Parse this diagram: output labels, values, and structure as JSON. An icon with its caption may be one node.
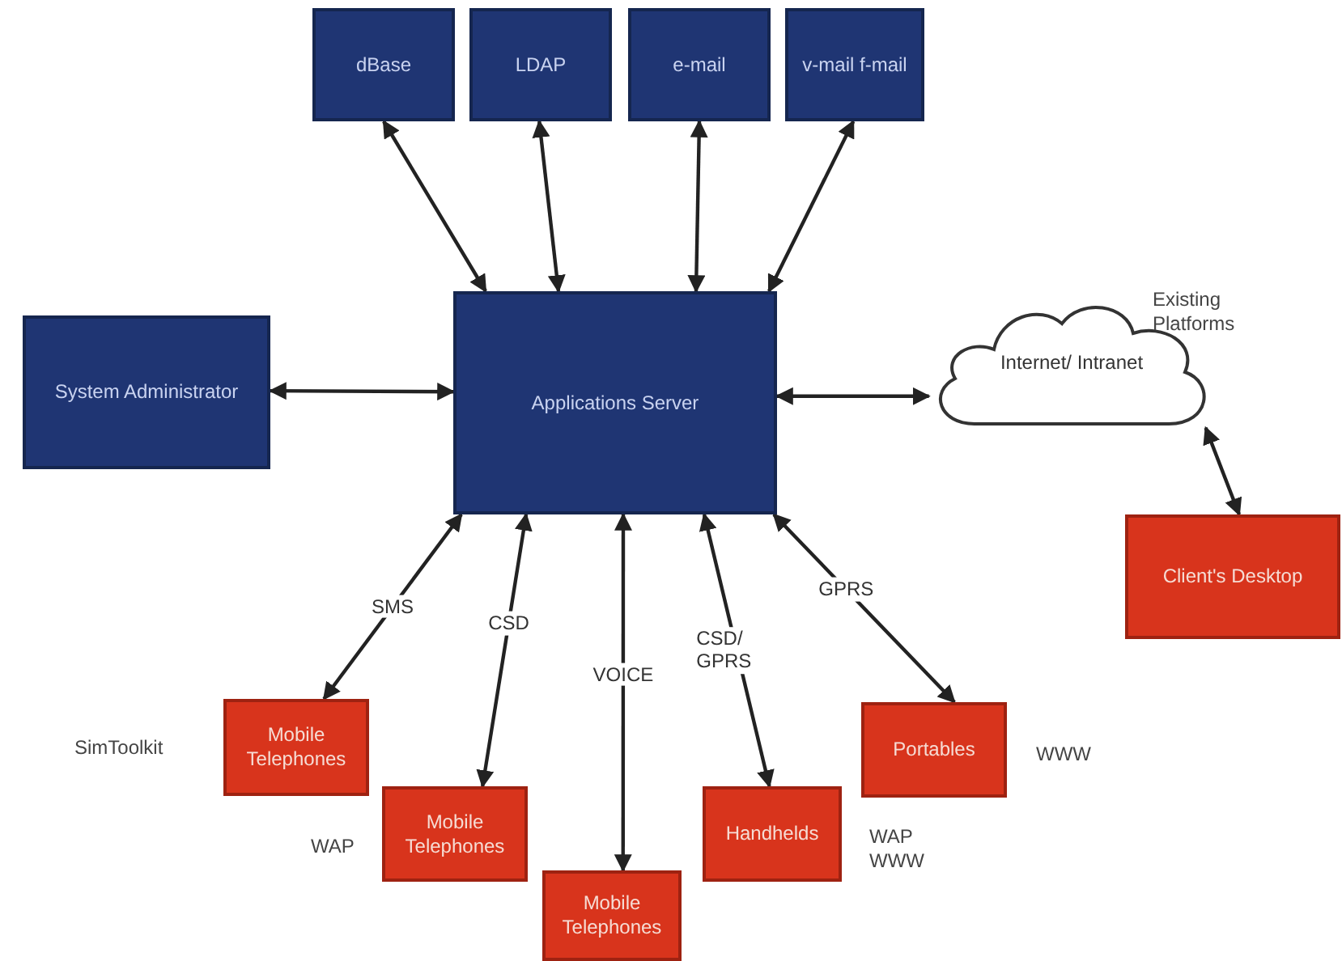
{
  "diagram": {
    "nodes": [
      {
        "text": [
          "dBase"
        ]
      },
      {
        "text": [
          "LDAP"
        ]
      },
      {
        "text": [
          "e-mail"
        ]
      },
      {
        "text": [
          "v-mail f-mail"
        ]
      },
      {
        "text": [
          "System Administrator"
        ]
      },
      {
        "text": [
          "Applications Server"
        ]
      },
      {
        "text": [
          "Internet/ Intranet"
        ],
        "beside": [
          "Existing Platforms"
        ]
      },
      {
        "text": [
          "Client's Desktop"
        ]
      },
      {
        "text": [
          "Mobile Telephones"
        ],
        "beside": [
          "SimToolkit"
        ]
      },
      {
        "text": [
          "Mobile Telephones"
        ],
        "beside": [
          "WAP"
        ]
      },
      {
        "text": [
          "Mobile Telephones"
        ]
      },
      {
        "text": [
          "Handhelds"
        ],
        "beside": [
          "WAP WWW"
        ]
      },
      {
        "text": [
          "Portables"
        ],
        "beside": [
          "WWW"
        ]
      }
    ],
    "edges": [
      {
        "from": 5,
        "to": 0,
        "arrow": "both"
      },
      {
        "from": 5,
        "to": 1,
        "arrow": "both"
      },
      {
        "from": 5,
        "to": 2,
        "arrow": "both"
      },
      {
        "from": 5,
        "to": 3,
        "arrow": "both"
      },
      {
        "from": 4,
        "to": 5,
        "arrow": "both"
      },
      {
        "from": 5,
        "to": 6,
        "arrow": "both"
      },
      {
        "from": 6,
        "to": 7,
        "arrow": "both"
      },
      {
        "from": 5,
        "to": 8,
        "arrow": "both",
        "label": "SMS"
      },
      {
        "from": 5,
        "to": 9,
        "arrow": "both",
        "label": "CSD"
      },
      {
        "from": 5,
        "to": 10,
        "arrow": "both",
        "label": "VOICE"
      },
      {
        "from": 5,
        "to": 11,
        "arrow": "both",
        "label": "CSD/ GPRS"
      },
      {
        "from": 5,
        "to": 12,
        "arrow": "both",
        "label": "GPRS"
      }
    ]
  }
}
